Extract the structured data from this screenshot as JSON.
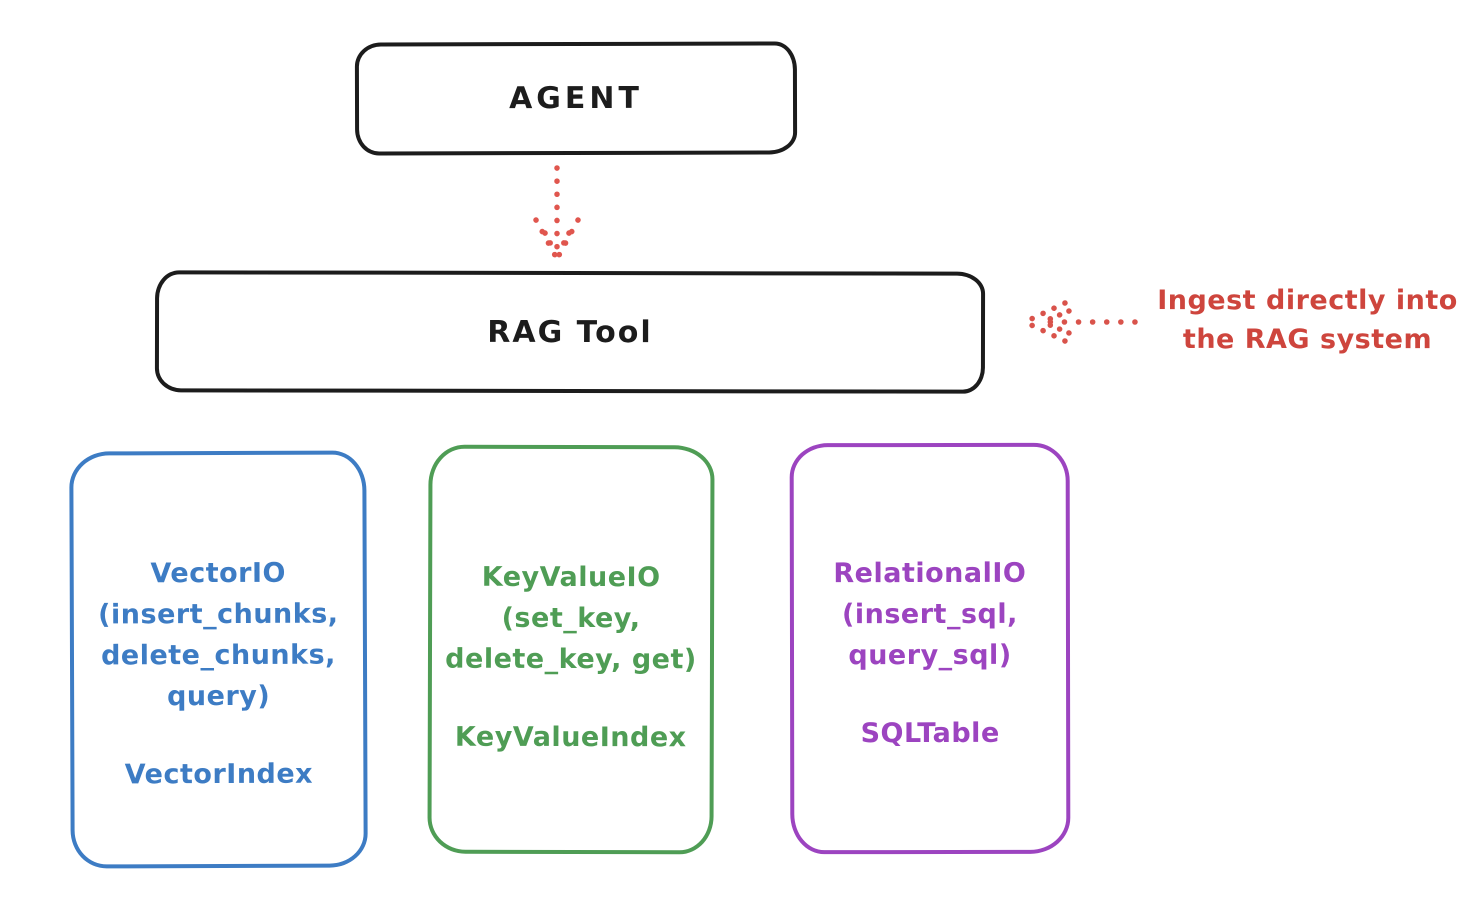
{
  "diagram": {
    "agent": {
      "label": "AGENT"
    },
    "rag_tool": {
      "label": "RAG Tool"
    },
    "agent_to_rag_arrow": {
      "style": "dotted",
      "direction": "down",
      "color": "#e0564e"
    },
    "annotation": {
      "line1": "Ingest directly into",
      "line2": "the RAG system",
      "arrow_direction": "left",
      "color": "#ce453d"
    },
    "stores": [
      {
        "id": "vector-io",
        "color": "#3d7cc4",
        "lines": [
          "VectorIO",
          "(insert_chunks,",
          "delete_chunks,",
          "query)"
        ],
        "index_label": "VectorIndex"
      },
      {
        "id": "key-value-io",
        "color": "#4f9d55",
        "lines": [
          "KeyValueIO",
          "(set_key,",
          "delete_key, get)"
        ],
        "index_label": "KeyValueIndex"
      },
      {
        "id": "relational-io",
        "color": "#9c44c0",
        "lines": [
          "RelationalIO",
          "(insert_sql,",
          "query_sql)"
        ],
        "index_label": "SQLTable"
      }
    ],
    "colors": {
      "ink": "#1c1c1c",
      "red_text": "#ce453d",
      "red_arrow": "#e0564e",
      "blue": "#3d7cc4",
      "green": "#4f9d55",
      "purple": "#9c44c0",
      "background": "#ffffff"
    }
  }
}
